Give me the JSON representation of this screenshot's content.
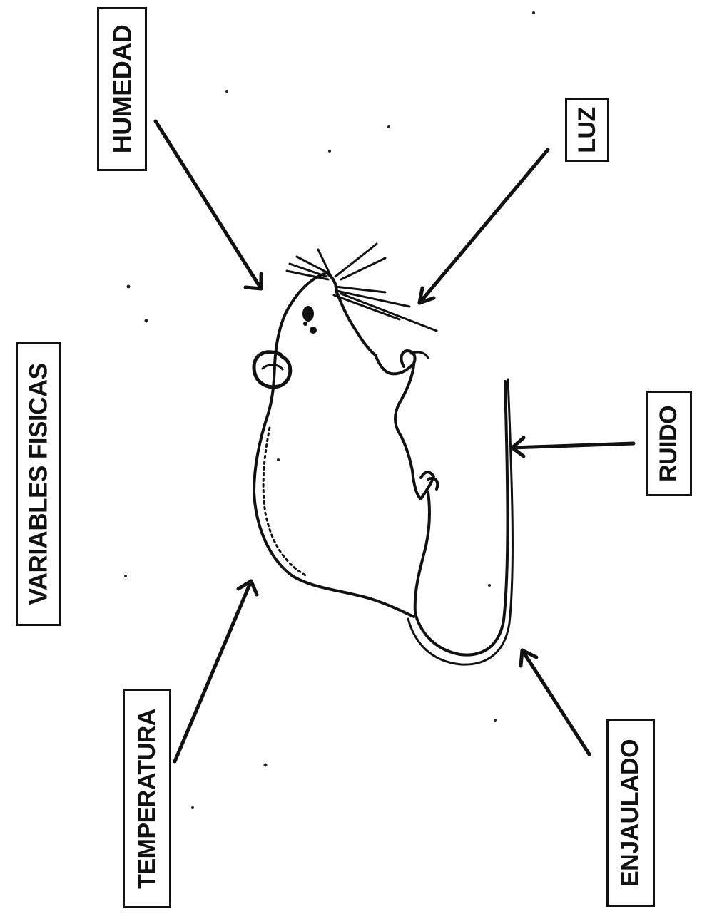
{
  "title": "VARIABLES FISICAS",
  "labels": {
    "humedad": "HUMEDAD",
    "luz": "LUZ",
    "ruido": "RUIDO",
    "temperatura": "TEMPERATURA",
    "enjaulado": "ENJAULADO"
  },
  "colors": {
    "ink": "#111111",
    "background": "#ffffff"
  }
}
